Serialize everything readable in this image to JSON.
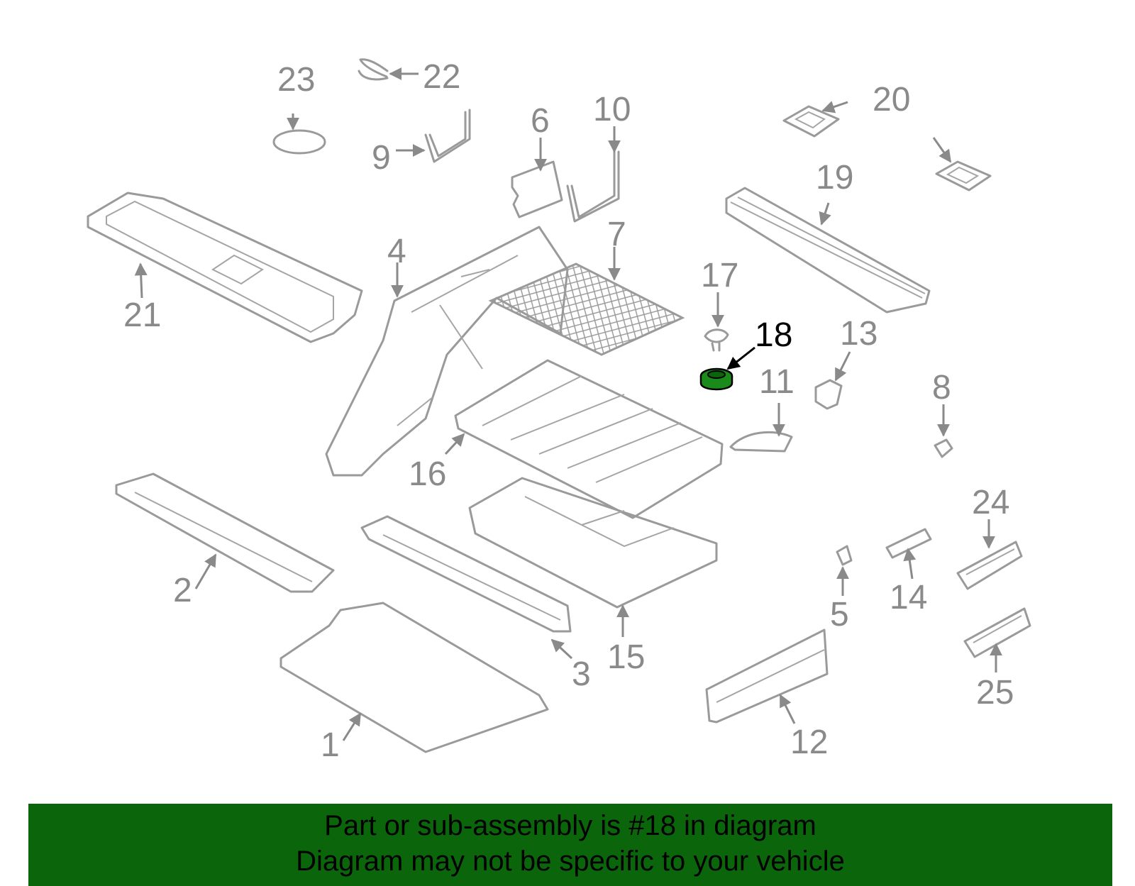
{
  "diagram": {
    "labels": [
      "1",
      "2",
      "3",
      "4",
      "5",
      "6",
      "7",
      "8",
      "9",
      "10",
      "11",
      "12",
      "13",
      "14",
      "15",
      "16",
      "17",
      "18",
      "19",
      "20",
      "21",
      "22",
      "23",
      "24",
      "25"
    ],
    "highlighted_label": "18",
    "colors": {
      "part_stroke": "#9a9a9a",
      "label": "#8a8a8a",
      "highlight_fill": "#1a8a1a",
      "highlight_label": "#000000"
    }
  },
  "footer": {
    "line1": "Part or sub-assembly is #18 in diagram",
    "line2": "Diagram may not be specific to your vehicle",
    "background": "#0b660b"
  }
}
